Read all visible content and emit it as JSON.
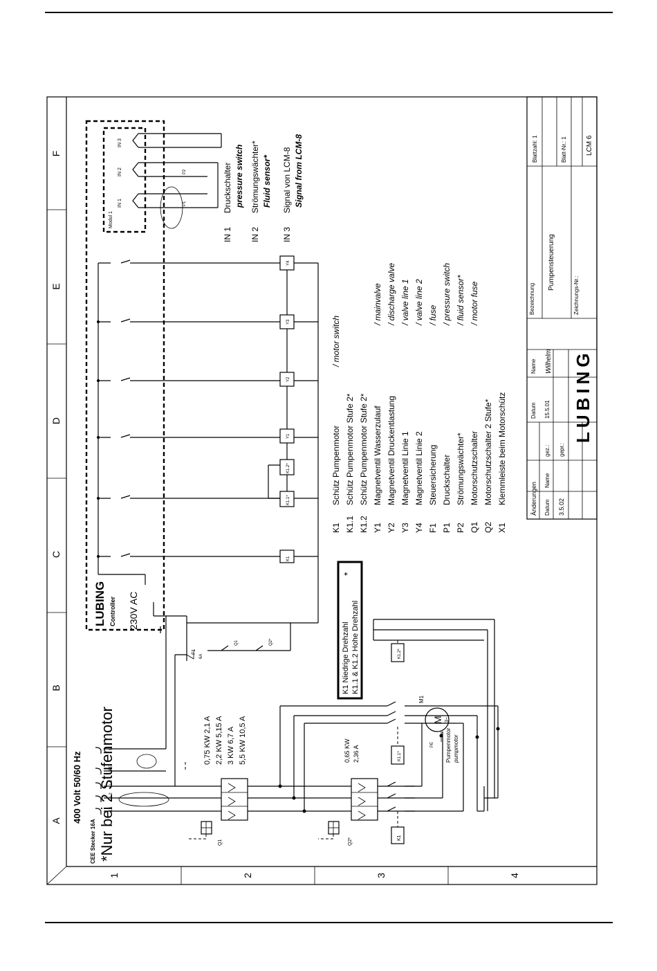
{
  "header": {
    "page_label": ""
  },
  "frame": {
    "columns": [
      "A",
      "B",
      "C",
      "D",
      "E",
      "F"
    ],
    "rows": [
      "1",
      "2",
      "3",
      "4"
    ]
  },
  "supply": {
    "label": "400 Volt 50/60 Hz",
    "plug": "CEE Stecker 16A",
    "terminals": [
      "L1",
      "L2",
      "L3",
      "PE",
      "N"
    ]
  },
  "power_table": [
    "0,75  KW  2,1  A",
    "2,2   KW  5,15 A",
    "3     KW  6,7  A",
    "5,5   KW  10,5 A"
  ],
  "q2_rating": [
    "0,65 KW",
    "2,36 A"
  ],
  "motor": {
    "tag": "M1",
    "symbol": "M",
    "phase": "3~",
    "name_de": "Pumpenmotor",
    "name_en": "pumpmotor",
    "pe": "PE"
  },
  "controller": {
    "brand": "LUBING",
    "sub": "Controller",
    "voltage": "230V  AC"
  },
  "modul": {
    "label": "Modul 1",
    "inputs": [
      "IN 1",
      "IN 2",
      "IN 3"
    ],
    "sensors": [
      "P1",
      "P2"
    ]
  },
  "inputs_legend": [
    {
      "id": "IN 1",
      "de": "Druckschalter",
      "en": "pressure switch"
    },
    {
      "id": "IN 2",
      "de": "Strömungswächter*",
      "en": "Fluid sensor*"
    },
    {
      "id": "IN 3",
      "de": "Signal von LCM-8",
      "en": "Signal from LCM-8"
    }
  ],
  "speed_box": {
    "line1": "K1  Niedrige Drehzahl",
    "line2": "K1.1 & K1.2  Hohe Drehzahl",
    "star": "*"
  },
  "legend": [
    {
      "code": "K1",
      "de": "Schütz Pumpenmotor",
      "en": "/ motor switch"
    },
    {
      "code": "K1.1",
      "de": "Schütz Pumpenmotor Stufe 2*",
      "en": ""
    },
    {
      "code": "K1.2",
      "de": "Schütz Pumpenmotor Stufe 2*",
      "en": ""
    },
    {
      "code": "Y1",
      "de": "Magnetventil Wasserzulauf",
      "en": "/ mainvalve"
    },
    {
      "code": "Y2",
      "de": "Magnetventil Druckentlastung",
      "en": "/ discharge valve"
    },
    {
      "code": "Y3",
      "de": "Magnetventil Linie 1",
      "en": "/ valve line 1"
    },
    {
      "code": "Y4",
      "de": "Magnetventil Linie 2",
      "en": "/ valve line 2"
    },
    {
      "code": "F1",
      "de": "Steuersicherung",
      "en": "/ fuse"
    },
    {
      "code": "P1",
      "de": "Druckschalter",
      "en": "/ pressure switch"
    },
    {
      "code": "P2",
      "de": "Strömungswächter*",
      "en": "/ fluid sensor*"
    },
    {
      "code": "Q1",
      "de": "Motorschutzschalter",
      "en": "/ motor fuse"
    },
    {
      "code": "Q2",
      "de": "Motorschutzschalter 2 Stufe*",
      "en": ""
    },
    {
      "code": "X1",
      "de": "Klemmleiste beim Motorschütz",
      "en": ""
    }
  ],
  "components": {
    "q1": "Q1",
    "q2": "Q2*",
    "k1": "K1",
    "k11": "K1.1*",
    "k12": "K1.2*",
    "f1": "F1",
    "f1_rating": "6A",
    "coils": [
      "K1",
      "K1.1*",
      "K1.2*",
      "Y1",
      "Y2",
      "Y3",
      "Y4"
    ]
  },
  "footnote": "*Nur bei 2 Stufenmotor",
  "title_block": {
    "changes": "Änderungen",
    "datum": "Datum",
    "name": "Name",
    "change_date": "3.5.02",
    "datum_label": "Datum",
    "name_label": "Name",
    "gez": "gez.:",
    "gez_date": "15.5.01",
    "gez_name": "Wilhelm",
    "gepr": "gepr.:",
    "company": "LUBING",
    "bez_label": "Bezeichnung",
    "bez_value": "Pumpensteuerung",
    "zeich_label": "Zeichnungs-Nr.:",
    "blatt": "Blattzahl: 1",
    "blatt_nr": "Blatt-Nr.: 1",
    "drawing_id": "LCM 6"
  }
}
